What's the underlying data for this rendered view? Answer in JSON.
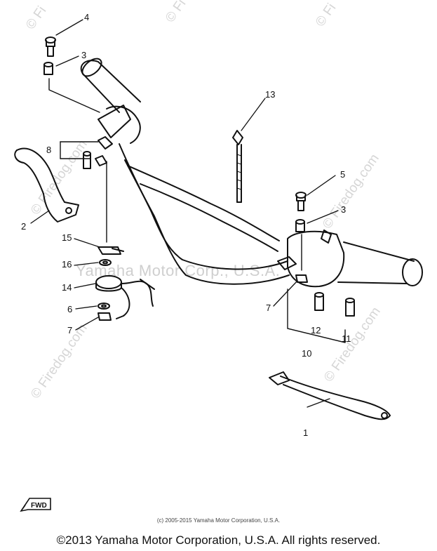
{
  "watermarks": {
    "site": "© Firedog.com",
    "site_partial": "© Fi",
    "center": "Yamaha Motor Corp., U.S.A."
  },
  "callouts": [
    {
      "id": "4",
      "text": "4"
    },
    {
      "id": "3a",
      "text": "3"
    },
    {
      "id": "8",
      "text": "8"
    },
    {
      "id": "2",
      "text": "2"
    },
    {
      "id": "15",
      "text": "15"
    },
    {
      "id": "16",
      "text": "16"
    },
    {
      "id": "14",
      "text": "14"
    },
    {
      "id": "6",
      "text": "6"
    },
    {
      "id": "7a",
      "text": "7"
    },
    {
      "id": "13",
      "text": "13"
    },
    {
      "id": "5",
      "text": "5"
    },
    {
      "id": "3b",
      "text": "3"
    },
    {
      "id": "7b",
      "text": "7"
    },
    {
      "id": "12",
      "text": "12"
    },
    {
      "id": "11",
      "text": "11"
    },
    {
      "id": "10",
      "text": "10"
    },
    {
      "id": "1",
      "text": "1"
    }
  ],
  "direction_badge": "FWD",
  "footer": {
    "small_copyright": "(c) 2005-2015 Yamaha Motor Corporation, U.S.A.",
    "main_copyright": "©2013 Yamaha Motor Corporation, U.S.A. All rights reserved."
  },
  "colors": {
    "line": "#111111",
    "watermark": "#d6d6d6"
  }
}
